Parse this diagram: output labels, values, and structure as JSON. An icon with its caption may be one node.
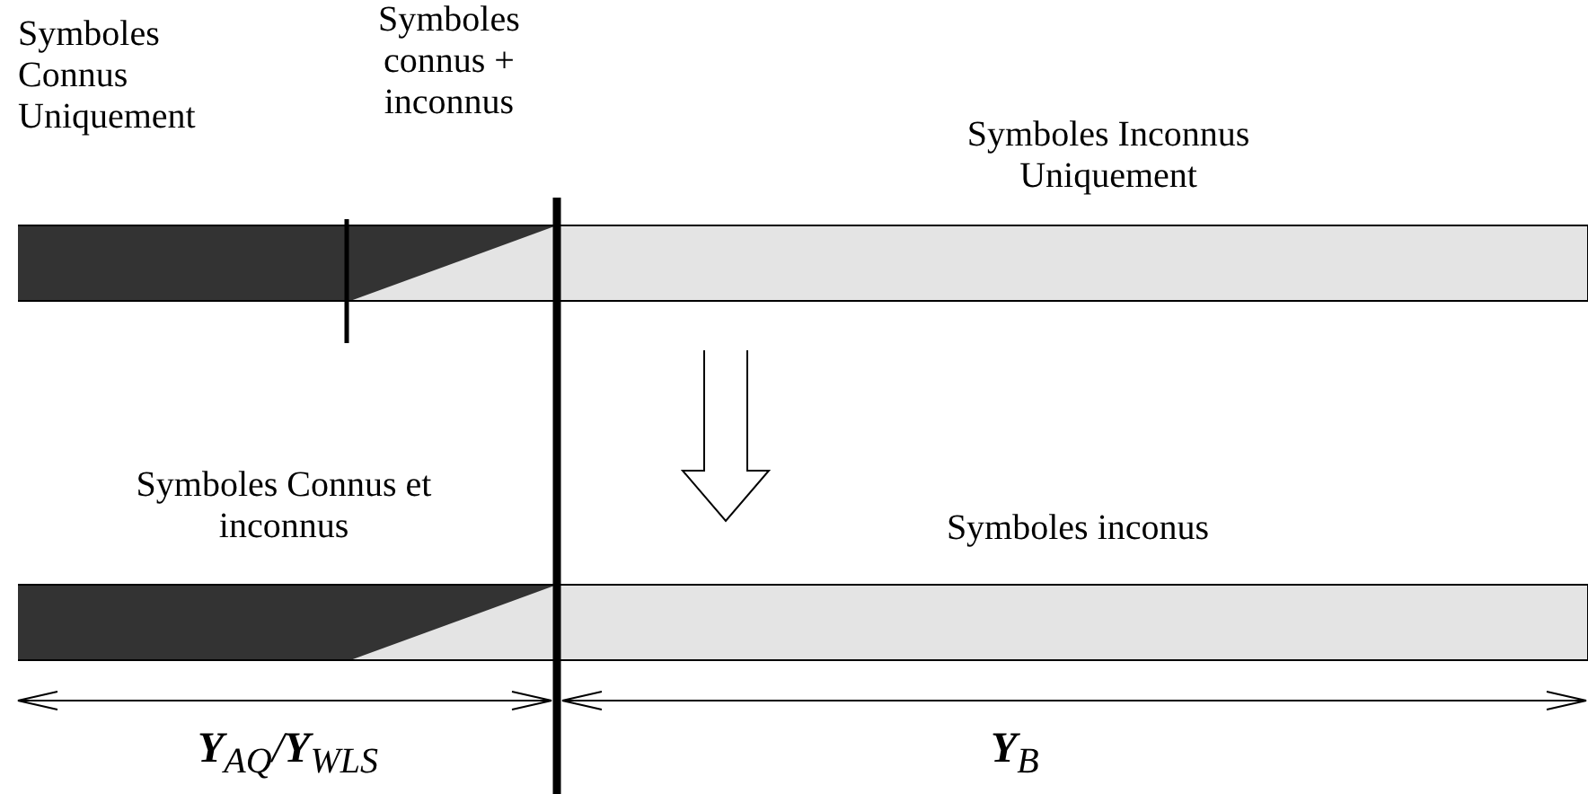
{
  "diagram": {
    "nodes": [
      {
        "text": [],
        "shape": "bar"
      },
      {
        "text": [],
        "shape": "bar"
      }
    ],
    "labels": [
      "Symboles Connus Uniquement",
      "Symboles connus + inconnus",
      "Symboles Inconnus Uniquement",
      "Symboles Connus et inconnus",
      "Symboles inconus",
      "**Y**$_{AQ}$/**Y**$_{WLS}$",
      "**Y**$_{B}$"
    ]
  }
}
